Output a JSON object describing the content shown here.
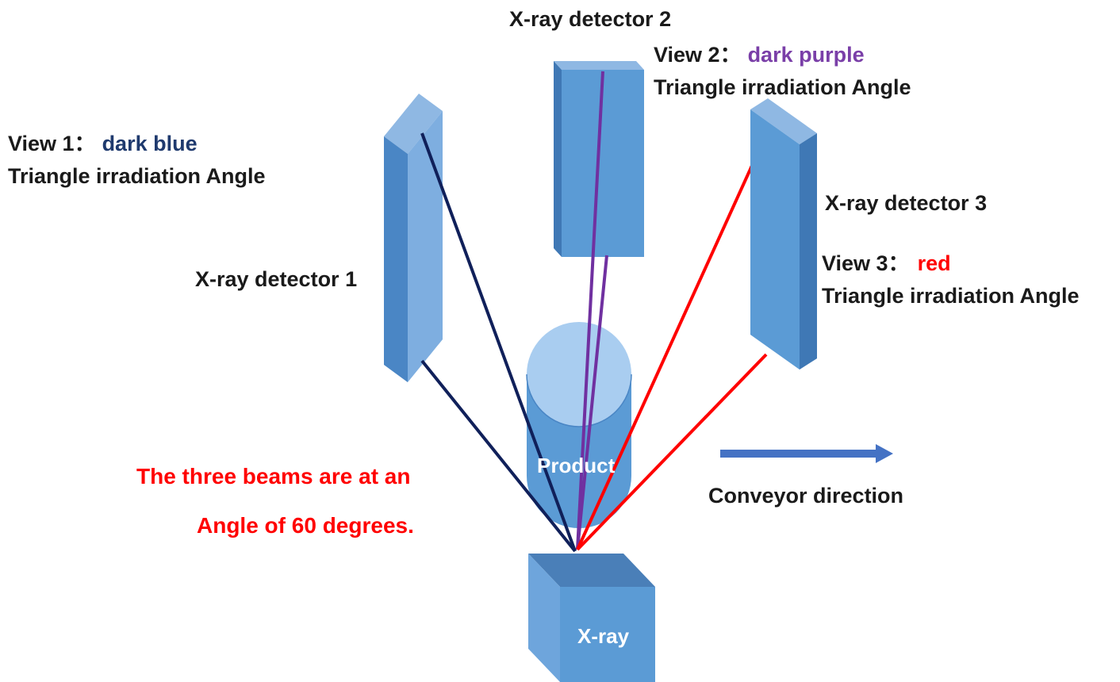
{
  "detectors": {
    "d1": "X-ray detector 1",
    "d2": "X-ray detector 2",
    "d3": "X-ray detector 3"
  },
  "views": {
    "v1": {
      "prefix": "View 1：",
      "color_name": "dark blue",
      "caption": "Triangle irradiation Angle",
      "color": "#1f3a6e"
    },
    "v2": {
      "prefix": "View 2：",
      "color_name": "dark purple",
      "caption": "Triangle irradiation Angle",
      "color": "#7a3fa8"
    },
    "v3": {
      "prefix": "View 3：",
      "color_name": "red",
      "caption": "Triangle irradiation Angle",
      "color": "#ff0000"
    }
  },
  "product_label": "Product",
  "source_label": "X-ray",
  "conveyor_label": "Conveyor direction",
  "note": {
    "line1": "The three beams are at an",
    "line2": "Angle of 60 degrees."
  },
  "colors": {
    "block_front": "#5b9bd5",
    "block_top": "#9dc3e6",
    "block_side": "#41719c",
    "beam_view1": "#10205a",
    "beam_view2": "#7030a0",
    "beam_view3": "#ff0000",
    "arrow": "#4472c4"
  }
}
